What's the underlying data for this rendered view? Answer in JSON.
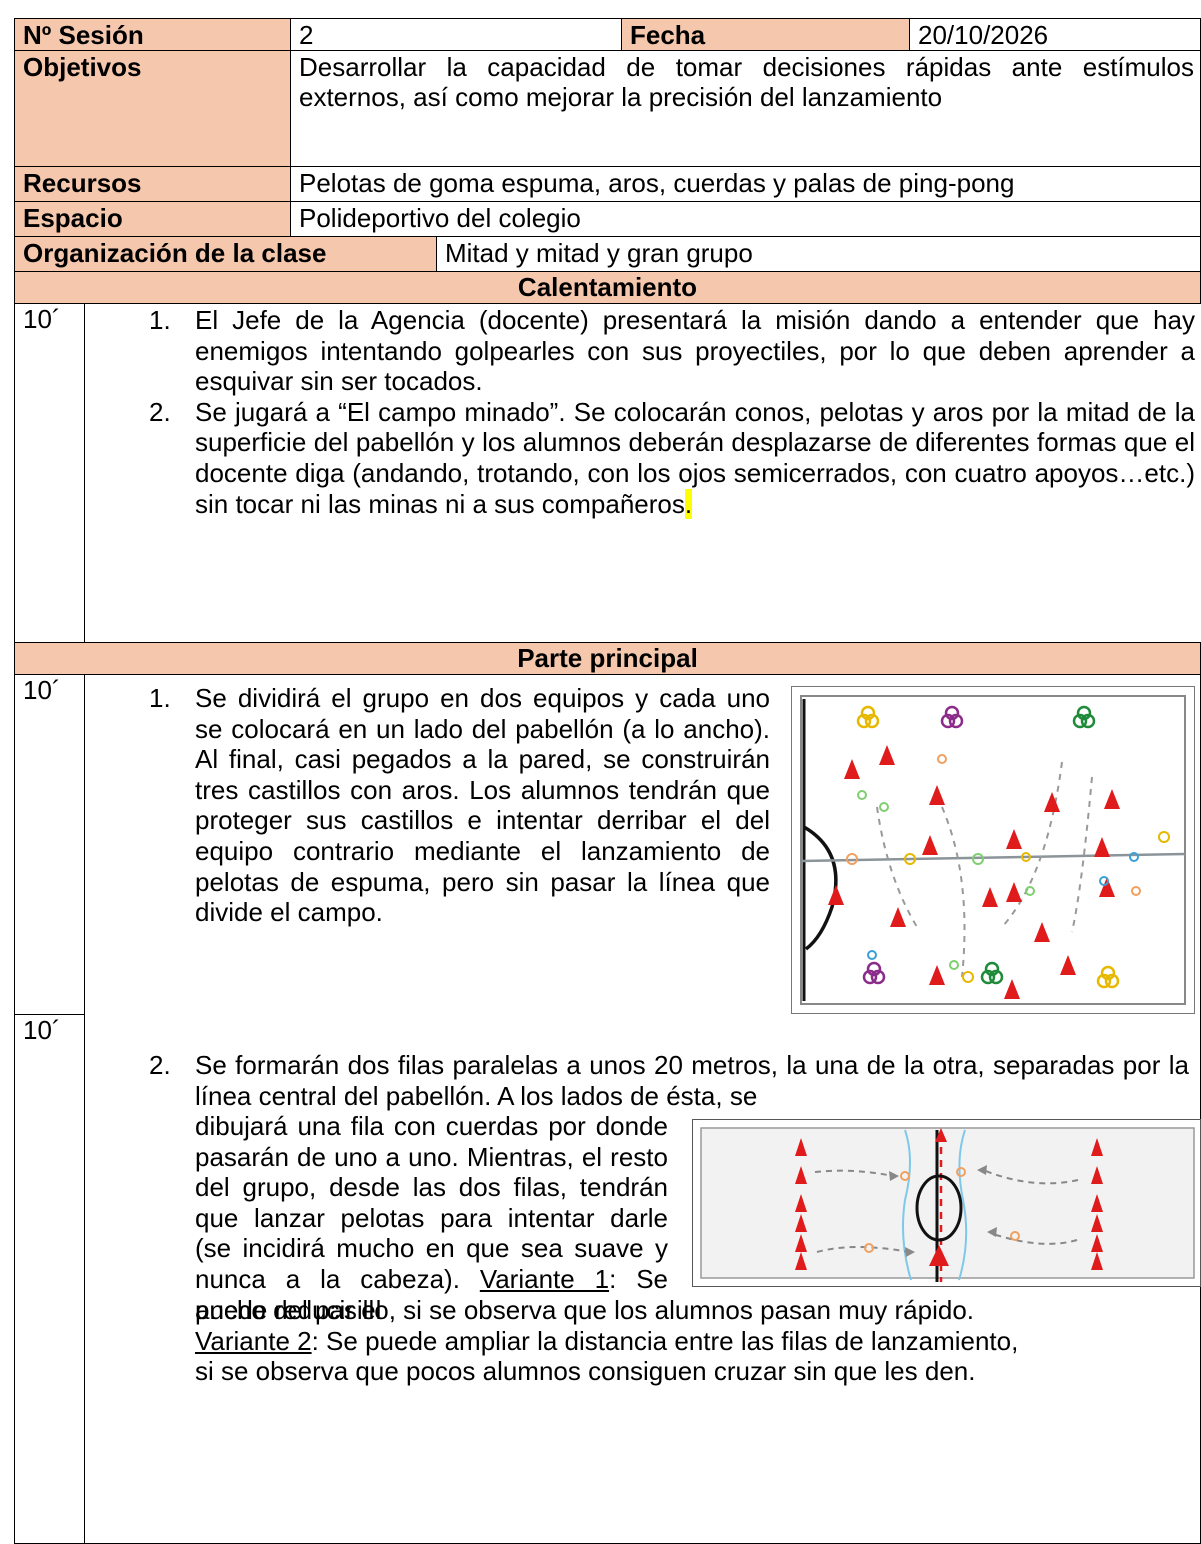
{
  "header": {
    "session_label": "Nº Sesión",
    "session_value": "2",
    "date_label": "Fecha",
    "date_value": "20/10/2026",
    "objectives_label": "Objetivos",
    "objectives_value": "Desarrollar la capacidad de tomar decisiones rápidas ante estímulos externos, así como mejorar la precisión del lanzamiento",
    "resources_label": "Recursos",
    "resources_value": "Pelotas de goma espuma, aros, cuerdas y palas de ping-pong",
    "space_label": "Espacio",
    "space_value": "Polideportivo del colegio",
    "organization_label": "Organización de la clase",
    "organization_value": "Mitad y mitad y gran grupo"
  },
  "warmup": {
    "title": "Calentamiento",
    "time": "10´",
    "items": [
      {
        "num": "1.",
        "text": "El Jefe de la Agencia (docente) presentará la misión dando a entender que hay enemigos intentando golpearles con sus proyectiles, por lo que deben aprender a esquivar sin ser tocados."
      },
      {
        "num": "2.",
        "text": "Se jugará a “El campo minado”. Se colocarán conos, pelotas y aros por la mitad de la superficie del pabellón y los alumnos deberán desplazarse de diferentes formas que el docente diga (andando, trotando, con los ojos semicerrados, con cuatro apoyos…etc.) sin tocar ni las minas ni a sus compañeros",
        "highlight": "."
      }
    ]
  },
  "main": {
    "title": "Parte principal",
    "time1": "10´",
    "time2": "10´",
    "item1": {
      "num": "1.",
      "text": "Se dividirá el grupo en dos equipos y cada uno se colocará en un lado del pabellón (a lo ancho). Al final, casi pegados a la pared, se construirán tres castillos con aros. Los alumnos tendrán que proteger sus castillos e intentar derribar el del equipo contrario mediante el lanzamiento de pelotas de espuma, pero sin pasar la línea que divide el campo."
    },
    "item2": {
      "num": "2.",
      "text_top": "Se formarán dos filas paralelas a unos 20 metros, la una de la otra, separadas por la línea central del pabellón. A los lados de ésta, se",
      "text_side": "dibujará una fila con cuerdas por donde pasarán de uno a uno. Mientras, el resto del grupo, desde las dos filas, tendrán que lanzar pelotas para intentar darle (se incidirá mucho en que sea suave y nunca a la cabeza).",
      "variant1_label": "Variante 1",
      "variant1_side": ": Se puede reducir el",
      "variant1_rest": "ancho del pasillo, si se observa que los alumnos pasan muy rápido.",
      "variant2_label": "Variante 2",
      "variant2_text": ": Se puede ampliar la distancia entre las filas de lanzamiento,",
      "variant2_cut": "si se observa que pocos alumnos consiguen cruzar sin que les den."
    }
  },
  "colors": {
    "label_bg": "#f5c7ad",
    "cone": "#e01b1b",
    "highlight": "#ffff00"
  }
}
